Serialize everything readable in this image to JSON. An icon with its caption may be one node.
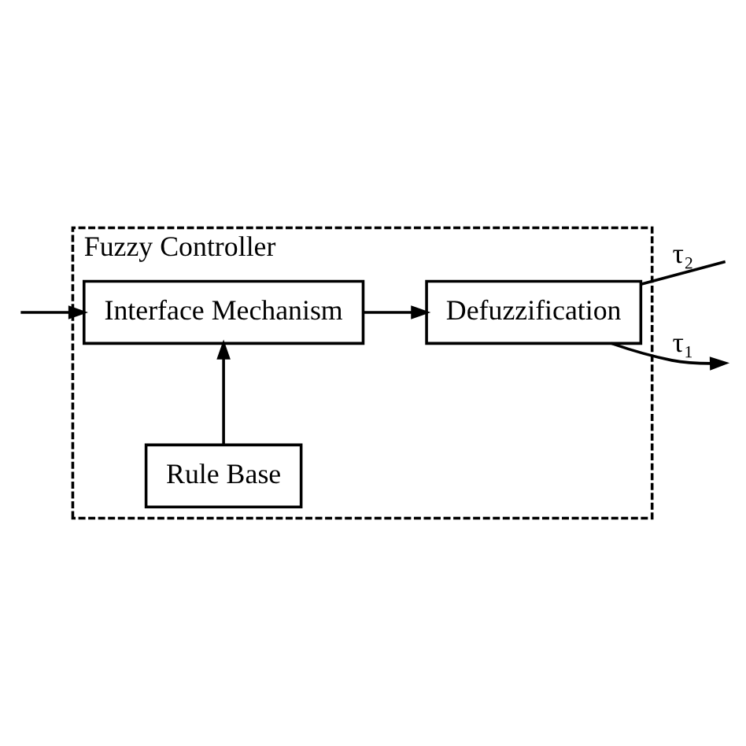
{
  "diagram": {
    "nodes": [
      {
        "text": [
          "Fuzzy Controller"
        ]
      },
      {
        "text": [
          "Interface Mechanism"
        ],
        "in": 0
      },
      {
        "text": [
          "Rule Base"
        ],
        "in": 0
      },
      {
        "text": [
          "Defuzzification"
        ],
        "in": 0
      }
    ],
    "edges": [
      {
        "from": null,
        "to": 1,
        "arrow": "to"
      },
      {
        "from": 2,
        "to": 1,
        "arrow": "to"
      },
      {
        "from": 1,
        "to": 3,
        "arrow": "to"
      },
      {
        "from": 3,
        "to": null,
        "arrow": "to",
        "label": "τ₁"
      },
      {
        "from": 3,
        "to": null,
        "arrow": "none",
        "label": "τ₂"
      }
    ]
  }
}
